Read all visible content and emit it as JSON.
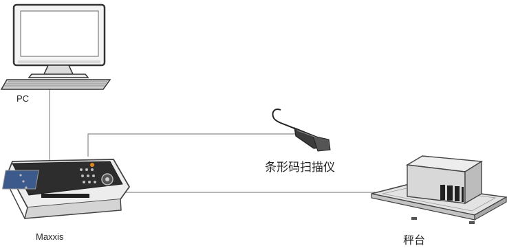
{
  "labels": {
    "pc": "PC",
    "maxxis": "Maxxis",
    "scanner": "条形码扫描仪",
    "scale": "秤台"
  },
  "devices": [
    {
      "id": "pc",
      "icon": "desktop-computer-icon"
    },
    {
      "id": "maxxis",
      "icon": "weighing-terminal-icon"
    },
    {
      "id": "scanner",
      "icon": "barcode-scanner-icon"
    },
    {
      "id": "scale",
      "icon": "platform-scale-icon"
    }
  ],
  "connections": [
    {
      "from": "pc",
      "to": "maxxis"
    },
    {
      "from": "maxxis",
      "to": "scanner"
    },
    {
      "from": "maxxis",
      "to": "scale"
    }
  ],
  "colors": {
    "line": "#8a8a8a",
    "outline": "#3a3a3a",
    "screen": "#3d5a8c",
    "dark": "#1f1f1f",
    "accent": "#e08a1e"
  }
}
